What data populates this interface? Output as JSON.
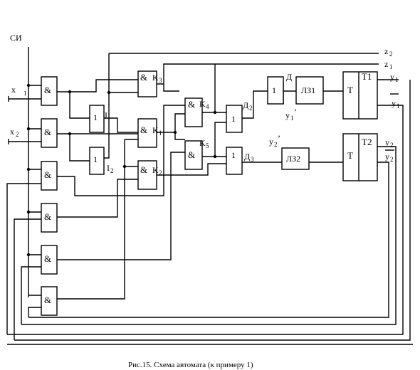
{
  "labels": {
    "si": "СИ",
    "x1_main": "x",
    "x1_sub": "1",
    "x2_main": "x",
    "x2_sub": "2",
    "z2_main": "z",
    "z2_sub": "2",
    "z1_main": "z",
    "z1_sub": "1",
    "y1_main": "y",
    "y1_sub": "1",
    "y1bar_main": "y",
    "y1bar_sub": "1",
    "y2_main": "y",
    "y2_sub": "2",
    "y2bar_main": "y",
    "y2bar_sub": "2",
    "y1p_main": "y",
    "y1p_sub": "1",
    "y1p_prime": "’",
    "y2p_main": "y",
    "y2p_sub": "2",
    "y2p_prime": "’",
    "i1_main": "I",
    "i1_sub": "",
    "i2_main": "I",
    "i2_sub": "2",
    "k3_main": "K",
    "k3_sub": "3",
    "k1_main": "K",
    "k1_sub": "1",
    "k2_main": "K",
    "k2_sub": "2",
    "k4_main": "K",
    "k4_sub": "4",
    "k5_main": "K",
    "k5_sub": "5",
    "d1_main": "Д",
    "d1_sub": "",
    "d2_main": "Д",
    "d2_sub": "2",
    "d3_main": "Д",
    "d3_sub": "3"
  },
  "gates": {
    "and_symbol": "&",
    "or_symbol": "1",
    "not_symbol": "1",
    "delay1": "ЛЗ1",
    "delay2": "ЛЗ2",
    "trigger_t": "T",
    "trigger1": "T1",
    "trigger2": "T2"
  },
  "caption": "Рис.15. Схема автомата (к примеру 1)"
}
